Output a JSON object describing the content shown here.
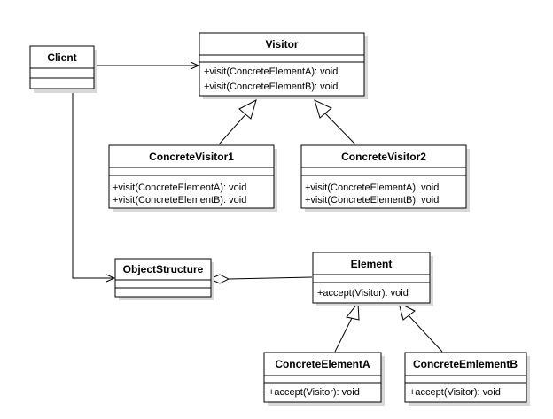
{
  "classes": {
    "client": {
      "name": "Client",
      "methods": []
    },
    "visitor": {
      "name": "Visitor",
      "methods": [
        "+visit(ConcreteElementA): void",
        "+visit(ConcreteElementB): void"
      ]
    },
    "concrete_visitor_1": {
      "name": "ConcreteVisitor1",
      "methods": [
        "+visit(ConcreteElementA): void",
        "+visit(ConcreteElementB): void"
      ]
    },
    "concrete_visitor_2": {
      "name": "ConcreteVisitor2",
      "methods": [
        "+visit(ConcreteElementA): void",
        "+visit(ConcreteElementB): void"
      ]
    },
    "object_structure": {
      "name": "ObjectStructure",
      "methods": []
    },
    "element": {
      "name": "Element",
      "methods": [
        "+accept(Visitor): void"
      ]
    },
    "concrete_element_a": {
      "name": "ConcreteElementA",
      "methods": [
        "+accept(Visitor): void"
      ]
    },
    "concrete_element_b": {
      "name": "ConcreteEmlementB",
      "methods": [
        "+accept(Visitor): void"
      ]
    }
  },
  "relations": [
    {
      "from": "client",
      "to": "visitor",
      "type": "association"
    },
    {
      "from": "client",
      "to": "object_structure",
      "type": "association"
    },
    {
      "from": "concrete_visitor_1",
      "to": "visitor",
      "type": "generalization"
    },
    {
      "from": "concrete_visitor_2",
      "to": "visitor",
      "type": "generalization"
    },
    {
      "from": "object_structure",
      "to": "element",
      "type": "aggregation"
    },
    {
      "from": "concrete_element_a",
      "to": "element",
      "type": "generalization"
    },
    {
      "from": "concrete_element_b",
      "to": "element",
      "type": "generalization"
    }
  ],
  "colors": {
    "line": "#000000",
    "box_fill": "#ffffff",
    "shadow": "#d9d9d9"
  }
}
